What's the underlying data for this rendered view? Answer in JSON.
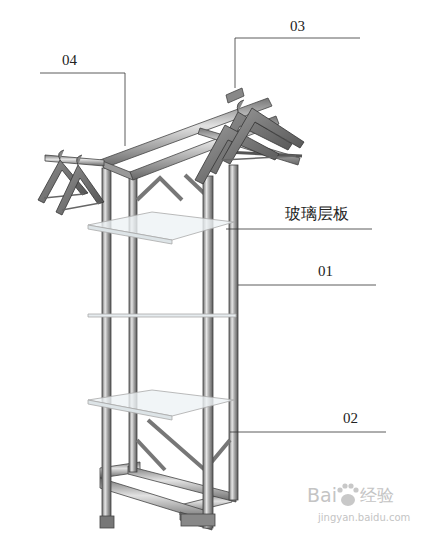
{
  "diagram": {
    "labels": [
      "04",
      "03",
      "玻璃层板",
      "01",
      "02",
      "Bai",
      "经验",
      "jingyan.baidu.com"
    ]
  }
}
